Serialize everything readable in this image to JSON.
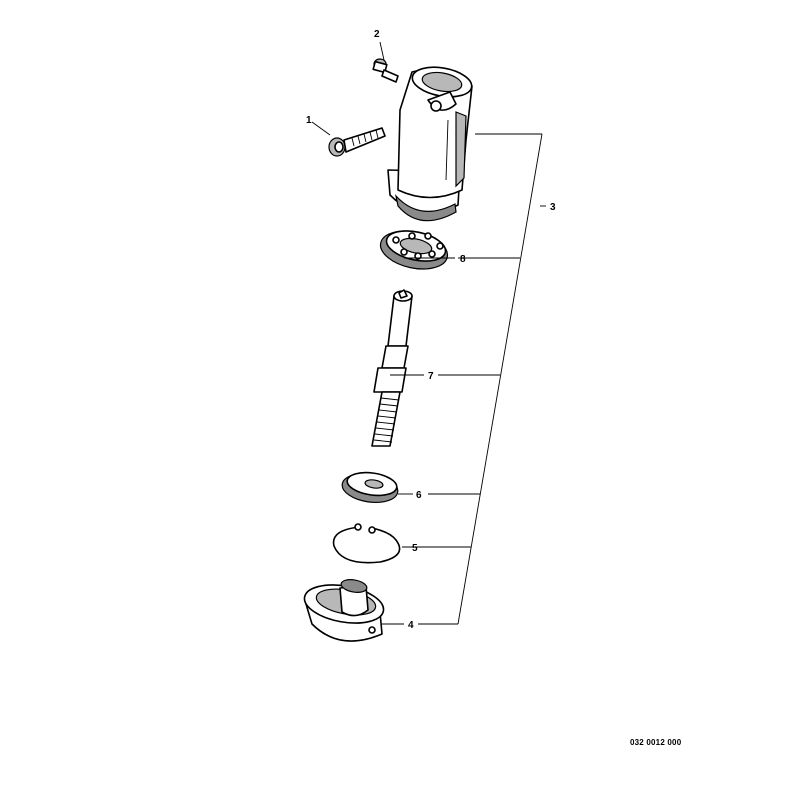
{
  "diagram": {
    "callouts": {
      "c1": "1",
      "c2": "2",
      "c3": "3",
      "c4": "4",
      "c5": "5",
      "c6": "6",
      "c7": "7",
      "c8": "8"
    },
    "drawing_number": "032 0012 000"
  }
}
